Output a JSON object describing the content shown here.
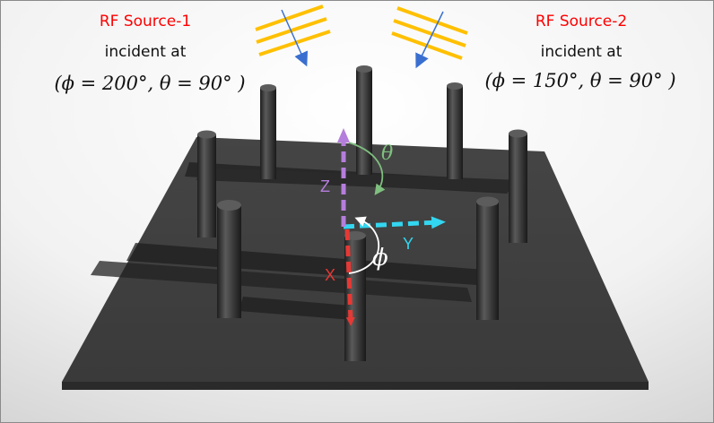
{
  "sources": [
    {
      "title": "RF Source-1",
      "line1": "incident at",
      "angles": "(ϕ = 200°, θ = 90° )"
    },
    {
      "title": "RF Source-2",
      "line1": "incident at",
      "angles": "(ϕ = 150°, θ = 90° )"
    }
  ],
  "axes": {
    "x": "X",
    "y": "Y",
    "z": "Z",
    "theta": "θ",
    "phi": "ϕ"
  },
  "colors": {
    "title_red": "#ff0000",
    "wave_line": "#ffc000",
    "wave_arrow": "#3a6fd0",
    "axis_x": "#e53935",
    "axis_y": "#33d6f0",
    "axis_z": "#b57edc",
    "theta_arc": "#7fbf7f",
    "plate": "#3e3e3e"
  }
}
